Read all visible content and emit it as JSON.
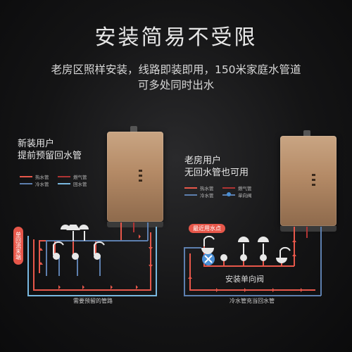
{
  "headline": "安装简易不受限",
  "subtitle": {
    "line1": "老房区照样安装，线路即装即用，150米家庭水管道",
    "line2": "可多处同时出水"
  },
  "colors": {
    "hot": "#e7574a",
    "cold": "#5d7fae",
    "gas": "#b03434",
    "return": "#79b8e0"
  },
  "left_panel": {
    "label_line1": "新装用户",
    "label_line2": "提前预留回水管",
    "legend": {
      "hot": "热水管",
      "gas": "燃气管",
      "cold": "冷水管",
      "return": "回水管"
    },
    "tag": "单回流末端",
    "caption": "需要预留的管路"
  },
  "right_panel": {
    "label_line1": "老房用户",
    "label_line2": "无回水管也可用",
    "legend": {
      "hot": "热水管",
      "gas": "燃气管",
      "cold": "冷水管",
      "valve": "单向阀"
    },
    "tag": "最近用水点",
    "valve_label": "安装单向阀",
    "caption": "冷水管充当回水管"
  }
}
